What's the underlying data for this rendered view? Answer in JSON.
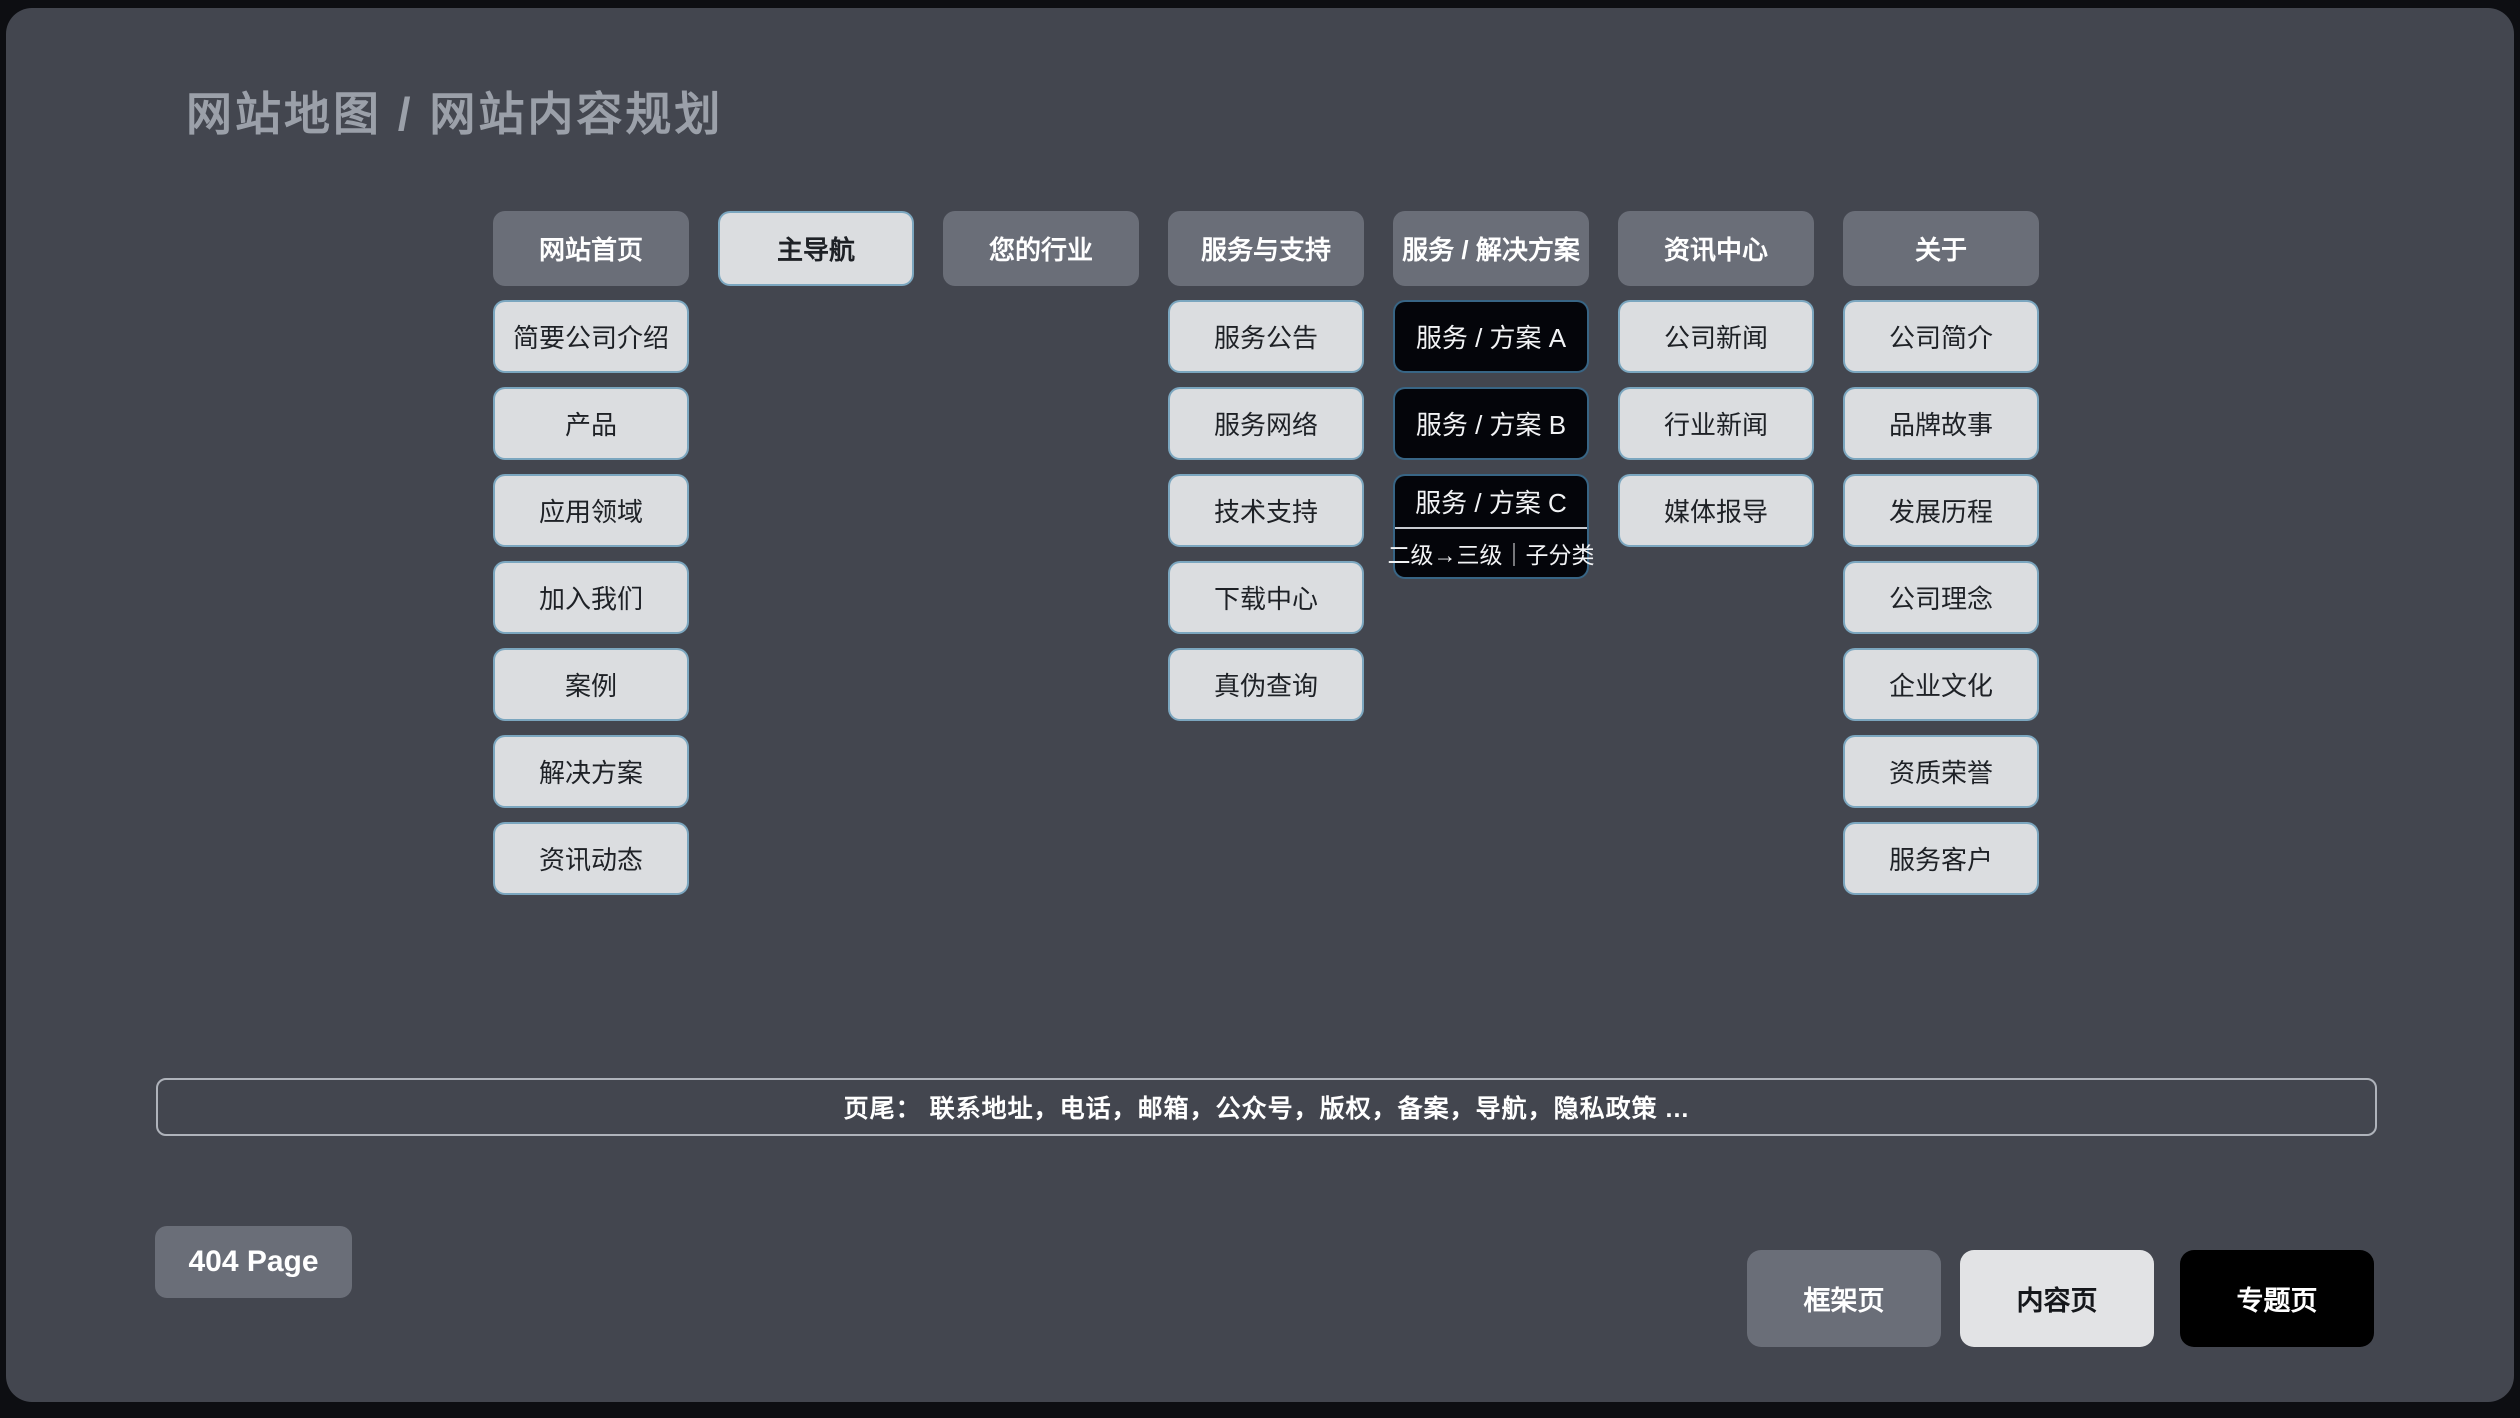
{
  "page": {
    "title": "网站地图 / 网站内容规划"
  },
  "colors": {
    "canvas": "#0D0E12",
    "panel": "#43464F",
    "frame_node": "#6A6E78",
    "content_node": "#DBDDE0",
    "topic_node": "#000000",
    "node_border_accent": "#5E93B2",
    "divider": "#C8CBD1",
    "footer_border": "#AFB3BB"
  },
  "columns": [
    {
      "header": {
        "label": "网站首页",
        "type": "frame"
      },
      "items": [
        {
          "label": "简要公司介绍",
          "type": "content"
        },
        {
          "label": "产品",
          "type": "content"
        },
        {
          "label": "应用领域",
          "type": "content"
        },
        {
          "label": "加入我们",
          "type": "content"
        },
        {
          "label": "案例",
          "type": "content"
        },
        {
          "label": "解决方案",
          "type": "content"
        },
        {
          "label": "资讯动态",
          "type": "content"
        }
      ]
    },
    {
      "header": {
        "label": "主导航",
        "type": "content"
      },
      "items": []
    },
    {
      "header": {
        "label": "您的行业",
        "type": "frame"
      },
      "items": []
    },
    {
      "header": {
        "label": "服务与支持",
        "type": "frame"
      },
      "items": [
        {
          "label": "服务公告",
          "type": "content"
        },
        {
          "label": "服务网络",
          "type": "content"
        },
        {
          "label": "技术支持",
          "type": "content"
        },
        {
          "label": "下载中心",
          "type": "content"
        },
        {
          "label": "真伪查询",
          "type": "content"
        }
      ]
    },
    {
      "header": {
        "label": "服务 / 解决方案",
        "type": "frame"
      },
      "items": [
        {
          "label": "服务 / 方案 A",
          "type": "topic"
        },
        {
          "label": "服务 / 方案 B",
          "type": "topic"
        }
      ],
      "compound": {
        "label": "服务 / 方案 C",
        "sub_label": "二级→三级｜子分类",
        "type": "topic"
      }
    },
    {
      "header": {
        "label": "资讯中心",
        "type": "frame"
      },
      "items": [
        {
          "label": "公司新闻",
          "type": "content"
        },
        {
          "label": "行业新闻",
          "type": "content"
        },
        {
          "label": "媒体报导",
          "type": "content"
        }
      ]
    },
    {
      "header": {
        "label": "关于",
        "type": "frame"
      },
      "items": [
        {
          "label": "公司简介",
          "type": "content"
        },
        {
          "label": "品牌故事",
          "type": "content"
        },
        {
          "label": "发展历程",
          "type": "content"
        },
        {
          "label": "公司理念",
          "type": "content"
        },
        {
          "label": "企业文化",
          "type": "content"
        },
        {
          "label": "资质荣誉",
          "type": "content"
        },
        {
          "label": "服务客户",
          "type": "content"
        }
      ]
    }
  ],
  "footer": {
    "label": "页尾：  联系地址，电话，邮箱，公众号，版权，备案，导航，隐私政策 ..."
  },
  "page404": {
    "label": "404 Page"
  },
  "legend": {
    "buttons": [
      {
        "label": "框架页",
        "type": "frame"
      },
      {
        "label": "内容页",
        "type": "content"
      },
      {
        "label": "专题页",
        "type": "topic"
      }
    ]
  }
}
